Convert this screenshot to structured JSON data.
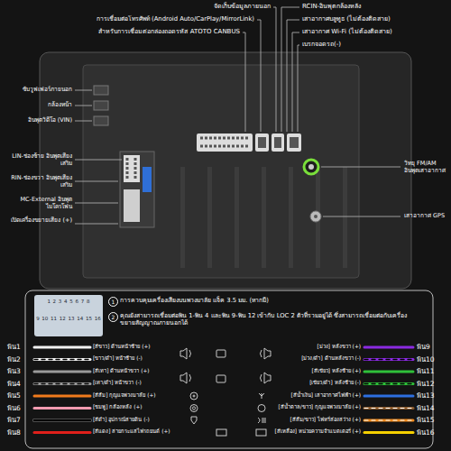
{
  "diagram": {
    "nodes": [
      {
        "text": [
          "1 2 3 4 5 6 7 8",
          "9 10 11 12 13 14 15 16"
        ]
      }
    ],
    "labels": [
      "จัดเก็บข้อมูลภายนอก",
      "การเชื่อมต่อโทรศัพท์ (Android Auto/CarPlay/MirrorLink)",
      "สำหรับการเชื่อมต่อกล่องถอดรหัส ATOTO CANBUS",
      "RCIN-อินพุตกล้องหลัง",
      "เสาอากาศบลูทูธ (ไม่ต้องติดสาย)",
      "เสาอากาศ Wi-Fi (ไม่ต้องติดสาย)",
      "เบรกจอดรถ(-)",
      "ซับวูฟเฟอร์ภายนอก",
      "กล้องหน้า",
      "อินพุตวิดีโอ (VIN)",
      "LIN-ช่องซ้าย อินพุตเสียงเสริม",
      "RIN-ช่องขวา อินพุตเสียงเสริม",
      "MC-External อินพุตไมโครโฟน",
      "เปิดเครื่องขยายเสียง (+)",
      "วิทยุ FM/AM อินพุตเสาอากาศ",
      "เสาอากาศ GPS",
      "1",
      "การควบคุมเครื่องเสียงบนพวงมาลัย แจ็ค 3.5 มม. (หากมี)",
      "2",
      "คุณยังสามารถเชื่อมต่อพิน 1-พิน 4 และพิน 9-พิน 12 เข้ากับ LOC 2 ตัวที่รวมอยู่ได้ ซึ่งสามารถเชื่อมต่อกับเครื่องขยายสัญญาณภายนอกได้",
      "พิน1",
      "[สีขาว] ด้านหน้าซ้าย (+)",
      "[ม่วง] หลังขวา (+)",
      "พิน9",
      "พิน2",
      "[ขาว/ดำ] หน้าซ้าย (-)",
      "[ม่วง/ดำ] ด้านหลังขวา (-)",
      "พิน10",
      "พิน3",
      "[สีเทา] ด้านหน้าขวา (+)",
      "[สีเขียว] หลังซ้าย (+)",
      "พิน11",
      "พิน4",
      "[เทา/ดำ] หน้าขวา (-)",
      "[เขียว/ดำ] หลังซ้าย (-)",
      "พิน12",
      "พิน5",
      "[สีส้ม] กุญแจพวงมาลัย (+)",
      "[สีน้ำเงิน] เสาอากาศไฟฟ้า (+)",
      "พิน13",
      "พิน6",
      "[ชมพู] กล้องหลัง (+)",
      "[สีน้ำตาล/ขาว] กุญแจพวงมาลัย (+)",
      "พิน14",
      "พิน7",
      "[สีดำ] อุปกรณ์สายดิน (-)",
      "[สีส้ม/ขาว] ไฟหรี่ส่องสว่าง (+)",
      "พิน15",
      "พิน8",
      "[สีแดง] สายกระแสไฟรถยนต์ (+)",
      "[สีเหลือง] หน่วยความจำแบตเตอรี่ (+)",
      "พิน16"
    ]
  }
}
